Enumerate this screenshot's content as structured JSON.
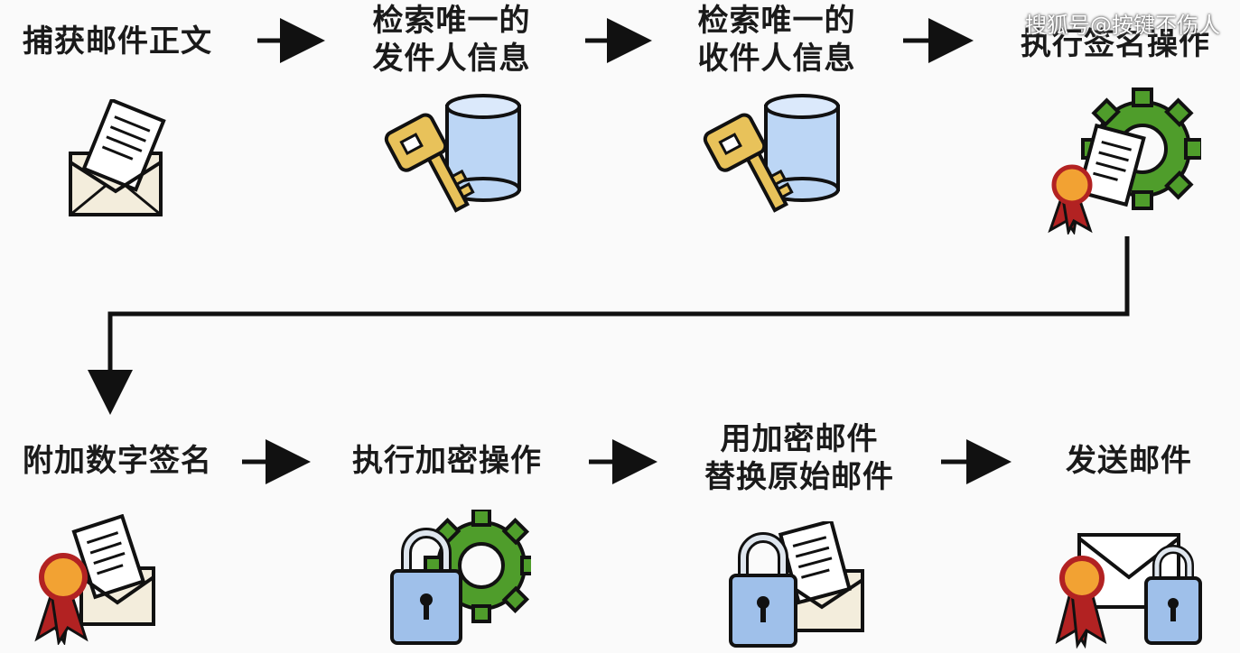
{
  "watermark": "搜狐号@按键不伤人",
  "steps": [
    {
      "line1": "捕获邮件正文",
      "line2": "",
      "icon": "envelope-document-icon"
    },
    {
      "line1": "检索唯一的",
      "line2": "发件人信息",
      "icon": "key-database-icon"
    },
    {
      "line1": "检索唯一的",
      "line2": "收件人信息",
      "icon": "key-database-icon"
    },
    {
      "line1": "执行签名操作",
      "line2": "",
      "icon": "gear-certificate-icon"
    },
    {
      "line1": "附加数字签名",
      "line2": "",
      "icon": "certificate-envelope-icon"
    },
    {
      "line1": "执行加密操作",
      "line2": "",
      "icon": "lock-gear-icon"
    },
    {
      "line1": "用加密邮件",
      "line2": "替换原始邮件",
      "icon": "lock-envelope-icon"
    },
    {
      "line1": "发送邮件",
      "line2": "",
      "icon": "envelope-certificate-lock-icon"
    }
  ],
  "colors": {
    "arrow": "#111111",
    "paper": "#ffffff",
    "envelope": "#f3eddc",
    "key": "#e8c25a",
    "cylinder": "#bcd6f5",
    "gear": "#4f9d2b",
    "seal": "#f2a233",
    "ribbon": "#b22222",
    "lock": "#9fc0ea"
  }
}
